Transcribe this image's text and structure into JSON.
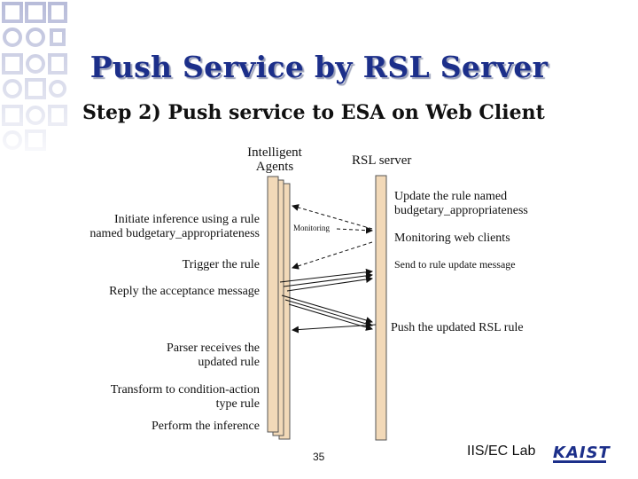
{
  "title": "Push Service by RSL Server",
  "subtitle": "Step 2) Push service to ESA on Web Client",
  "actors": {
    "agents_line1": "Intelligent",
    "agents_line2": "Agents",
    "server": "RSL server"
  },
  "left_labels": {
    "initiate_line1": "Initiate inference using a rule",
    "initiate_line2": "named budgetary_appropriateness",
    "trigger": "Trigger the rule",
    "reply": "Reply the acceptance message",
    "parser_line1": "Parser receives the",
    "parser_line2": "updated rule",
    "transform_line1": "Transform to condition-action",
    "transform_line2": "type rule",
    "perform": "Perform the inference"
  },
  "right_labels": {
    "update_line1": "Update the rule named",
    "update_line2": "budgetary_appropriateness",
    "monitoring_clients": "Monitoring web clients",
    "send": "Send to rule update message",
    "push": "Push the updated RSL rule"
  },
  "arrow_labels": {
    "monitoring": "Monitoring"
  },
  "footer": {
    "page_number": "35",
    "lab": "IIS/EC Lab",
    "logo": "KAIST"
  },
  "colors": {
    "title": "#1c2f8a",
    "lifeline_fill": "#f2d9b8",
    "lifeline_stroke": "#555555"
  }
}
